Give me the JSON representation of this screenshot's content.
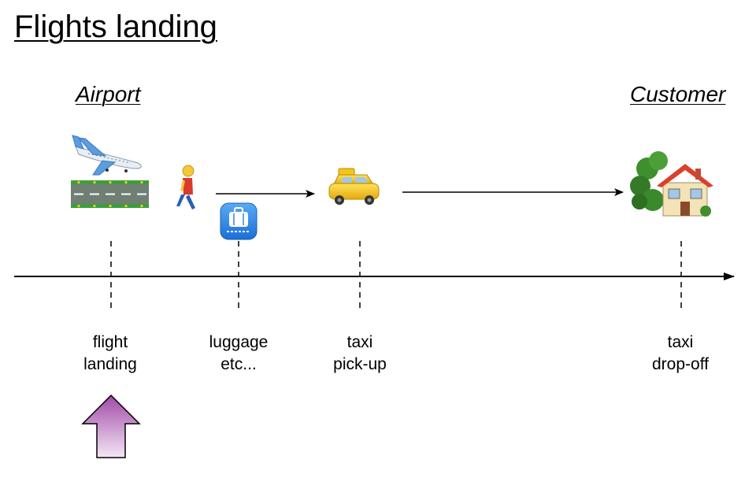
{
  "title": "Flights landing",
  "headings": {
    "airport": "Airport",
    "customer": "Customer"
  },
  "icons": [
    "airplane-icon",
    "runway-icon",
    "walking-person-icon",
    "luggage-icon",
    "taxi-icon",
    "tree-icon",
    "house-icon",
    "up-arrow-icon"
  ],
  "stages": [
    {
      "line1": "flight",
      "line2": "landing"
    },
    {
      "line1": "luggage",
      "line2": "etc..."
    },
    {
      "line1": "taxi",
      "line2": "pick-up"
    },
    {
      "line1": "taxi",
      "line2": "drop-off"
    }
  ],
  "colors": {
    "runway": "#6f7f73",
    "runway_edge": "#3f9d3a",
    "luggage_badge": "#2f86e8",
    "taxi": "#f5c518",
    "roof": "#d9412b",
    "tree": "#3f8f2e",
    "arrow_fill_top": "#a04aa6",
    "arrow_fill_bottom": "#f4e6f5"
  }
}
